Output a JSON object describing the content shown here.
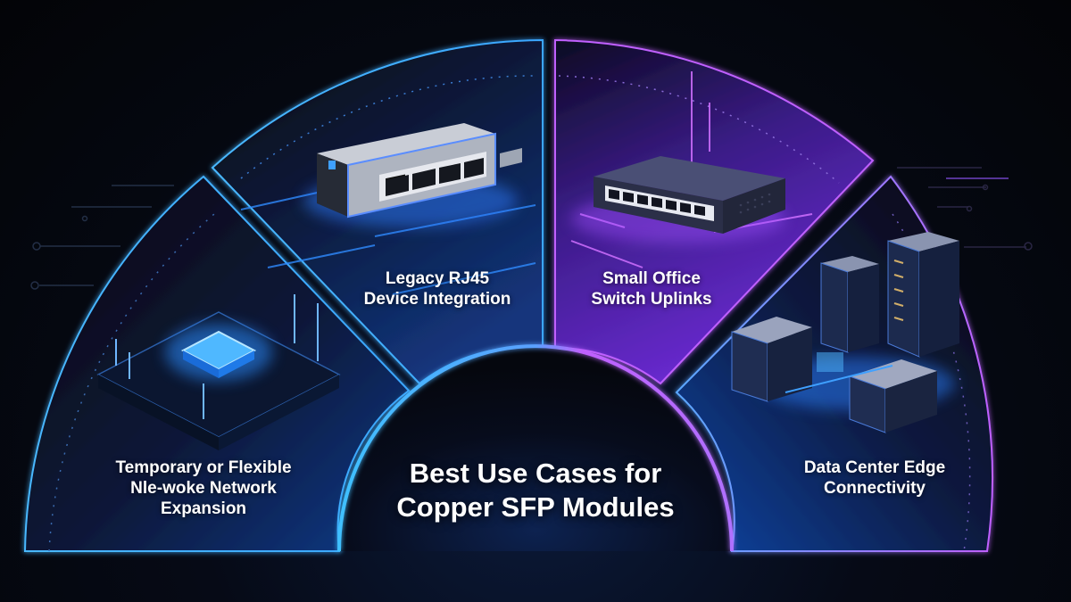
{
  "title": {
    "line1": "Best Use Cases for",
    "line2": "Copper SFP Modules"
  },
  "segments": [
    {
      "id": "temporary-network-expansion",
      "lines": [
        "Temporary or Flexible",
        "Nle-woke Network",
        "Expansion"
      ],
      "illustration": "glowing-chip-circuit-board",
      "accent": "#3fb6ff"
    },
    {
      "id": "legacy-rj45",
      "lines": [
        "Legacy RJ45",
        "Device Integration"
      ],
      "illustration": "silver-rj45-module",
      "accent": "#3fb6ff"
    },
    {
      "id": "small-office-switch",
      "lines": [
        "Small Office",
        "Switch Uplinks"
      ],
      "illustration": "8-port-network-switch",
      "accent": "#c65cff"
    },
    {
      "id": "data-center-edge",
      "lines": [
        "Data Center Edge",
        "Connectivity"
      ],
      "illustration": "server-rack-city",
      "accent": "#b05cff"
    }
  ],
  "colors": {
    "background": "#04060c",
    "blue_accent": "#3fb6ff",
    "purple_accent": "#c65cff",
    "center_fill": "#070b18"
  }
}
